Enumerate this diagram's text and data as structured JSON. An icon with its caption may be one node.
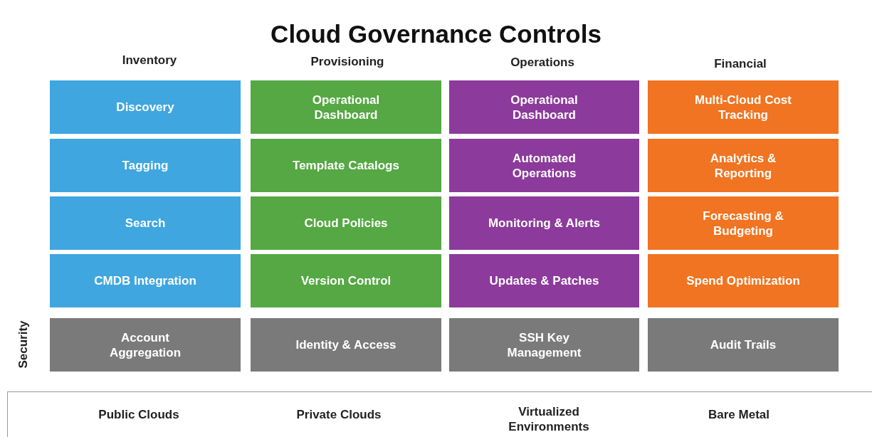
{
  "diagram": {
    "title": "Cloud Governance Controls",
    "nodes": [
      {
        "text": [
          "Discovery"
        ]
      },
      {
        "text": [
          "Tagging"
        ]
      },
      {
        "text": [
          "Search"
        ]
      },
      {
        "text": [
          "CMDB Integration"
        ]
      },
      {
        "text": [
          "Operational Dashboard"
        ]
      },
      {
        "text": [
          "Template Catalogs"
        ]
      },
      {
        "text": [
          "Cloud Policies"
        ]
      },
      {
        "text": [
          "Version Control"
        ]
      },
      {
        "text": [
          "Operational Dashboard"
        ]
      },
      {
        "text": [
          "Automated Operations"
        ]
      },
      {
        "text": [
          "Monitoring & Alerts"
        ]
      },
      {
        "text": [
          "Updates & Patches"
        ]
      },
      {
        "text": [
          "Multi-Cloud Cost Tracking"
        ]
      },
      {
        "text": [
          "Analytics & Reporting"
        ]
      },
      {
        "text": [
          "Forecasting & Budgeting"
        ]
      },
      {
        "text": [
          "Spend Optimization"
        ]
      },
      {
        "text": [
          "Account Aggregation"
        ]
      },
      {
        "text": [
          "Identity & Access"
        ]
      },
      {
        "text": [
          "SSH Key Management"
        ]
      },
      {
        "text": [
          "Audit Trails"
        ]
      },
      {
        "text": [
          "Public Clouds",
          "Private Clouds",
          "Virtualized Environments",
          "Bare Metal"
        ]
      }
    ],
    "edges": [],
    "labels": [
      "Inventory",
      "Provisioning",
      "Operations",
      "Financial",
      "Security"
    ]
  }
}
